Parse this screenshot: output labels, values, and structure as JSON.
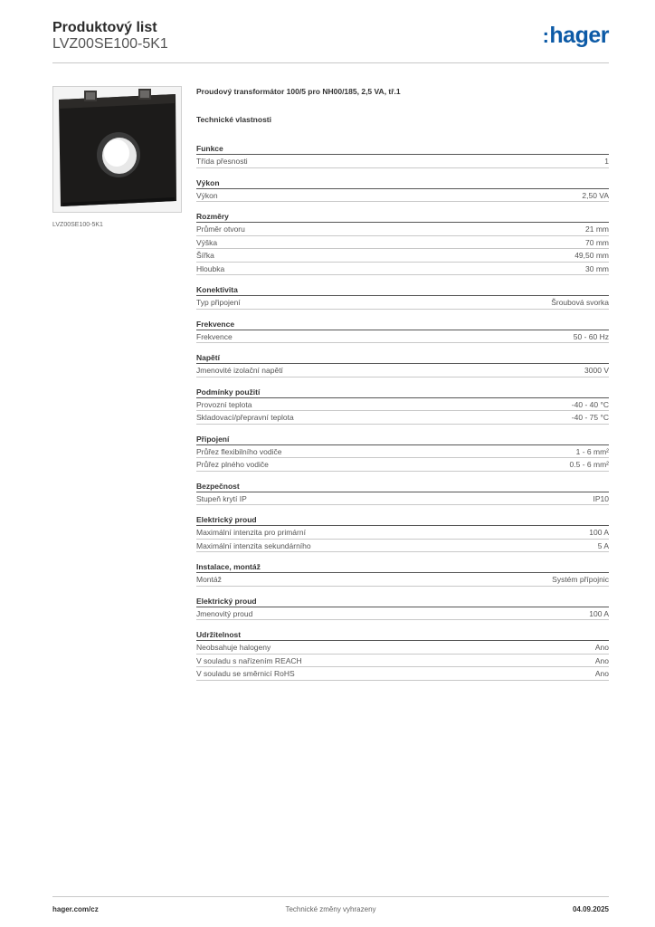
{
  "header": {
    "title": "Produktový list",
    "code": "LVZ00SE100-5K1",
    "logo_text": "hager",
    "logo_color": "#0c5aa6"
  },
  "image": {
    "caption": "LVZ00SE100-5K1"
  },
  "product": {
    "description": "Proudový transformátor 100/5 pro NH00/185, 2,5 VA, tř.1",
    "section_title": "Technické vlastnosti"
  },
  "groups": [
    {
      "title": "Funkce",
      "rows": [
        {
          "label": "Třída přesnosti",
          "value": "1"
        }
      ]
    },
    {
      "title": "Výkon",
      "rows": [
        {
          "label": "Výkon",
          "value": "2,50 VA"
        }
      ]
    },
    {
      "title": "Rozměry",
      "rows": [
        {
          "label": "Průměr otvoru",
          "value": "21 mm"
        },
        {
          "label": "Výška",
          "value": "70 mm"
        },
        {
          "label": "Šířka",
          "value": "49,50 mm"
        },
        {
          "label": "Hloubka",
          "value": "30 mm"
        }
      ]
    },
    {
      "title": "Konektivita",
      "rows": [
        {
          "label": "Typ připojení",
          "value": "Šroubová svorka"
        }
      ]
    },
    {
      "title": "Frekvence",
      "rows": [
        {
          "label": "Frekvence",
          "value": "50 - 60 Hz"
        }
      ]
    },
    {
      "title": "Napětí",
      "rows": [
        {
          "label": "Jmenovité izolační napětí",
          "value": "3000 V"
        }
      ]
    },
    {
      "title": "Podmínky použití",
      "rows": [
        {
          "label": "Provozní teplota",
          "value": "-40 - 40 °C"
        },
        {
          "label": "Skladovací/přepravní teplota",
          "value": "-40 - 75 °C"
        }
      ]
    },
    {
      "title": "Připojení",
      "rows": [
        {
          "label": "Průřez flexibilního vodiče",
          "value": "1 - 6 mm²"
        },
        {
          "label": "Průřez plného vodiče",
          "value": "0.5 - 6 mm²"
        }
      ]
    },
    {
      "title": "Bezpečnost",
      "rows": [
        {
          "label": "Stupeň krytí IP",
          "value": "IP10"
        }
      ]
    },
    {
      "title": "Elektrický proud",
      "rows": [
        {
          "label": "Maximální intenzita pro primární",
          "value": "100 A"
        },
        {
          "label": "Maximální intenzita sekundárního",
          "value": "5 A"
        }
      ]
    },
    {
      "title": "Instalace, montáž",
      "rows": [
        {
          "label": "Montáž",
          "value": "Systém přípojnic"
        }
      ]
    },
    {
      "title": "Elektrický proud",
      "rows": [
        {
          "label": "Jmenovitý proud",
          "value": "100 A"
        }
      ]
    },
    {
      "title": "Udržitelnost",
      "rows": [
        {
          "label": "Neobsahuje halogeny",
          "value": "Ano"
        },
        {
          "label": "V souladu s nařízením REACH",
          "value": "Ano"
        },
        {
          "label": "V souladu se směrnicí RoHS",
          "value": "Ano"
        }
      ]
    }
  ],
  "footer": {
    "website": "hager.com/cz",
    "notice": "Technické změny vyhrazeny",
    "date": "04.09.2025"
  }
}
